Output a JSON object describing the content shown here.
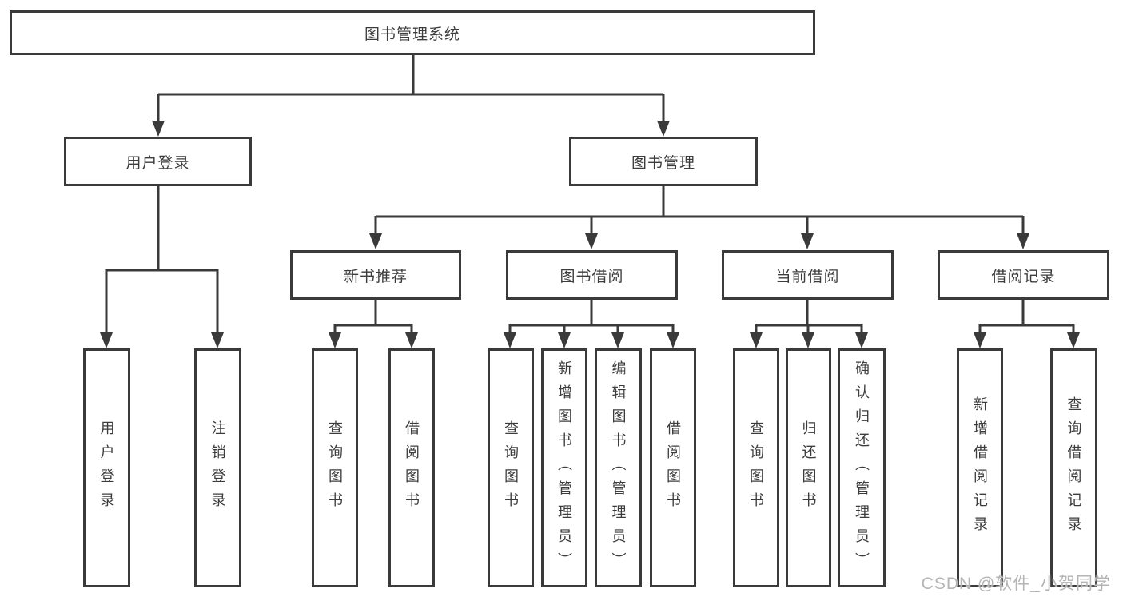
{
  "colors": {
    "line": "#3a3a3a",
    "box_border": "#3a3a3a",
    "text": "#3c3c3c",
    "background": "#ffffff",
    "watermark": "#b5b5b5"
  },
  "watermark": "CSDN @软件_小贺同学",
  "tree": {
    "root": {
      "label": "图书管理系统"
    },
    "branches": [
      {
        "label": "用户登录",
        "children": [
          {
            "label": "用户登录"
          },
          {
            "label": "注销登录"
          }
        ]
      },
      {
        "label": "图书管理",
        "children": [
          {
            "label": "新书推荐",
            "children": [
              {
                "label": "查询图书"
              },
              {
                "label": "借阅图书"
              }
            ]
          },
          {
            "label": "图书借阅",
            "children": [
              {
                "label": "查询图书"
              },
              {
                "label": "新增图书（管理员）"
              },
              {
                "label": "编辑图书（管理员）"
              },
              {
                "label": "借阅图书"
              }
            ]
          },
          {
            "label": "当前借阅",
            "children": [
              {
                "label": "查询图书"
              },
              {
                "label": "归还图书"
              },
              {
                "label": "确认归还（管理员）"
              }
            ]
          },
          {
            "label": "借阅记录",
            "children": [
              {
                "label": "新增借阅记录"
              },
              {
                "label": "查询借阅记录"
              }
            ]
          }
        ]
      }
    ]
  }
}
